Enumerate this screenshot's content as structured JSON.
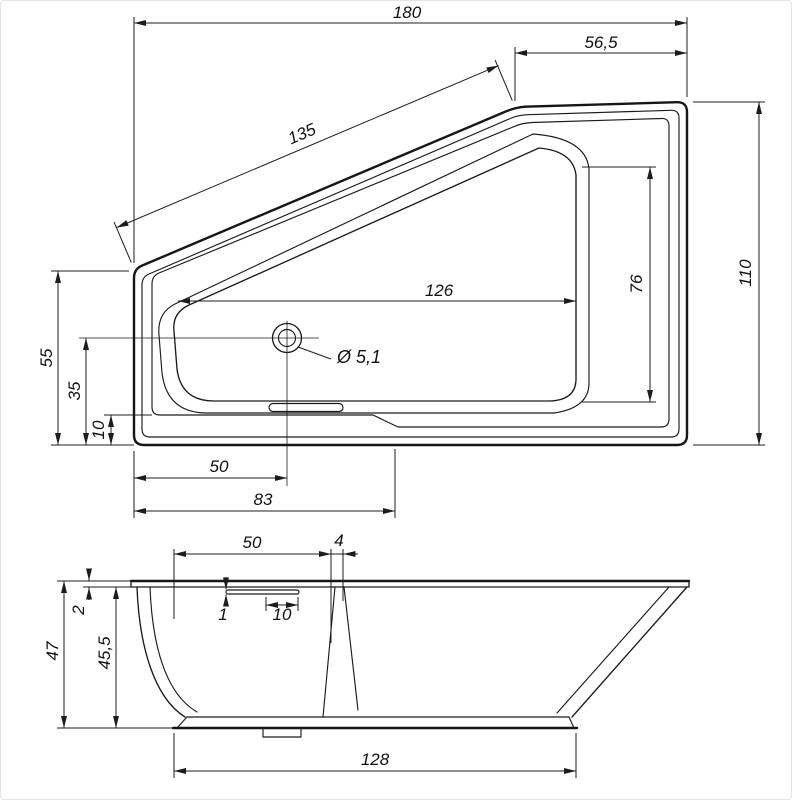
{
  "colors": {
    "line": "#1c1c1c",
    "background": "#ffffff"
  },
  "top_view": {
    "overall_width": "180",
    "head_end_width": "56,5",
    "slant_length": "135",
    "overall_depth": "110",
    "inner_depth": "76",
    "inner_length": "126",
    "drain_diameter": "Ø 5,1",
    "left_total": "55",
    "drain_offset": "35",
    "foot_rim": "10",
    "drain_from_left": "50",
    "foot_section": "83"
  },
  "side_view": {
    "rim_to_step": "50",
    "step_width": "4",
    "rim_thickness": "2",
    "overflow_gap": "1",
    "overflow_width": "10",
    "inner_height": "45,5",
    "total_height": "47",
    "base_length": "128"
  }
}
